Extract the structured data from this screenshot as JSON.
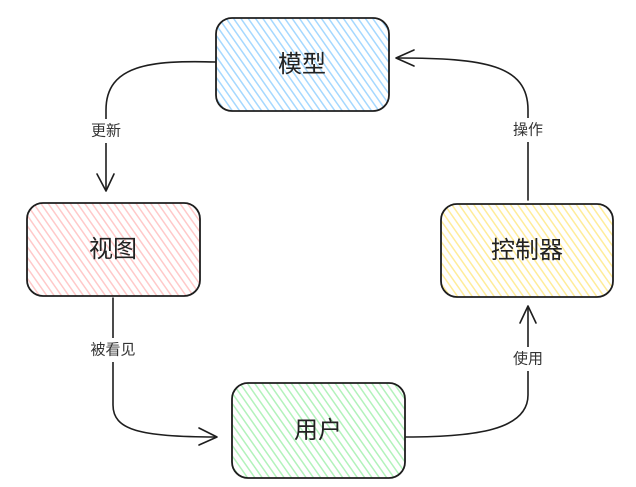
{
  "nodes": {
    "model": {
      "label": "模型",
      "color": "#a5d8ff"
    },
    "view": {
      "label": "视图",
      "color": "#ffc9c9"
    },
    "controller": {
      "label": "控制器",
      "color": "#ffec99"
    },
    "user": {
      "label": "用户",
      "color": "#b2f2bb"
    }
  },
  "edges": {
    "model_to_view": {
      "label": "更新"
    },
    "view_to_user": {
      "label": "被看见"
    },
    "user_to_controller": {
      "label": "使用"
    },
    "controller_to_model": {
      "label": "操作"
    }
  }
}
